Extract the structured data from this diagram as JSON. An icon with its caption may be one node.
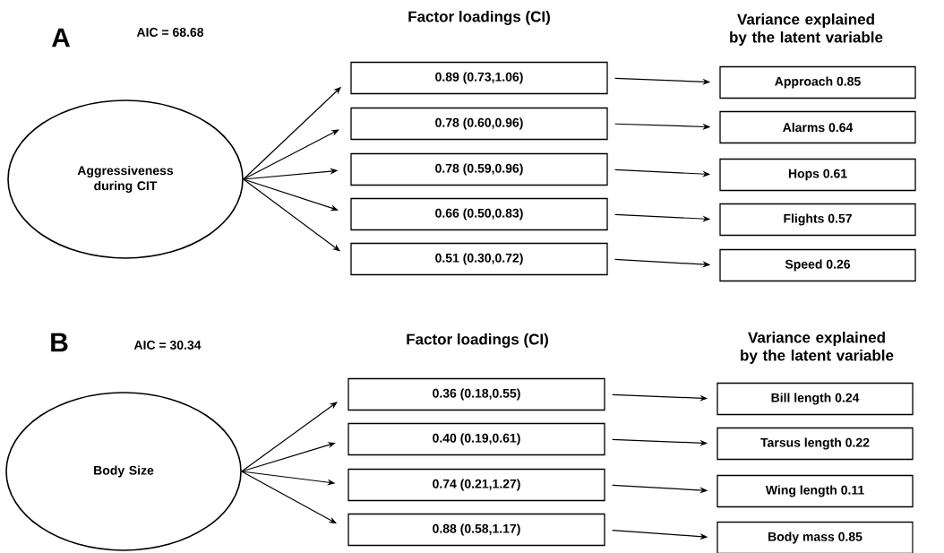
{
  "diagram": {
    "nodes": [
      {
        "text": [
          "Aggressiveness during CIT"
        ]
      },
      {
        "text": [
          "0.89 (0.73,1.06)"
        ]
      },
      {
        "text": [
          "0.78 (0.60,0.96)"
        ]
      },
      {
        "text": [
          "0.78 (0.59,0.96)"
        ]
      },
      {
        "text": [
          "0.66 (0.50,0.83)"
        ]
      },
      {
        "text": [
          "0.51 (0.30,0.72)"
        ]
      },
      {
        "text": [
          "Approach 0.85"
        ]
      },
      {
        "text": [
          "Alarms 0.64"
        ]
      },
      {
        "text": [
          "Hops 0.61"
        ]
      },
      {
        "text": [
          "Flights 0.57"
        ]
      },
      {
        "text": [
          "Speed 0.26"
        ]
      },
      {
        "text": [
          "Body Size"
        ]
      },
      {
        "text": [
          "0.36 (0.18,0.55)"
        ]
      },
      {
        "text": [
          "0.40 (0.19,0.61)"
        ]
      },
      {
        "text": [
          "0.74 (0.21,1.27)"
        ]
      },
      {
        "text": [
          "0.88 (0.58,1.17)"
        ]
      },
      {
        "text": [
          "Bill length 0.24"
        ]
      },
      {
        "text": [
          "Tarsus length 0.22"
        ]
      },
      {
        "text": [
          "Wing length 0.11"
        ]
      },
      {
        "text": [
          "Body mass 0.85"
        ]
      }
    ],
    "edges": [
      {
        "from": 0,
        "to": 1,
        "arrow": "to"
      },
      {
        "from": 0,
        "to": 2,
        "arrow": "to"
      },
      {
        "from": 0,
        "to": 3,
        "arrow": "to"
      },
      {
        "from": 0,
        "to": 4,
        "arrow": "to"
      },
      {
        "from": 0,
        "to": 5,
        "arrow": "to"
      },
      {
        "from": 1,
        "to": 6,
        "arrow": "to"
      },
      {
        "from": 2,
        "to": 7,
        "arrow": "to"
      },
      {
        "from": 3,
        "to": 8,
        "arrow": "to"
      },
      {
        "from": 4,
        "to": 9,
        "arrow": "to"
      },
      {
        "from": 5,
        "to": 10,
        "arrow": "to"
      },
      {
        "from": 11,
        "to": 12,
        "arrow": "to"
      },
      {
        "from": 11,
        "to": 13,
        "arrow": "to"
      },
      {
        "from": 11,
        "to": 14,
        "arrow": "to"
      },
      {
        "from": 11,
        "to": 15,
        "arrow": "to"
      },
      {
        "from": 12,
        "to": 16,
        "arrow": "to"
      },
      {
        "from": 13,
        "to": 17,
        "arrow": "to"
      },
      {
        "from": 14,
        "to": 18,
        "arrow": "to"
      },
      {
        "from": 15,
        "to": 19,
        "arrow": "to"
      }
    ],
    "labels": [
      "A",
      "AIC = 68.68",
      "Factor loadings (CI)",
      "Variance explained by the latent variable",
      "B",
      "AIC = 30.34",
      "Factor loadings (CI)",
      "Variance explained by the latent variable"
    ]
  }
}
